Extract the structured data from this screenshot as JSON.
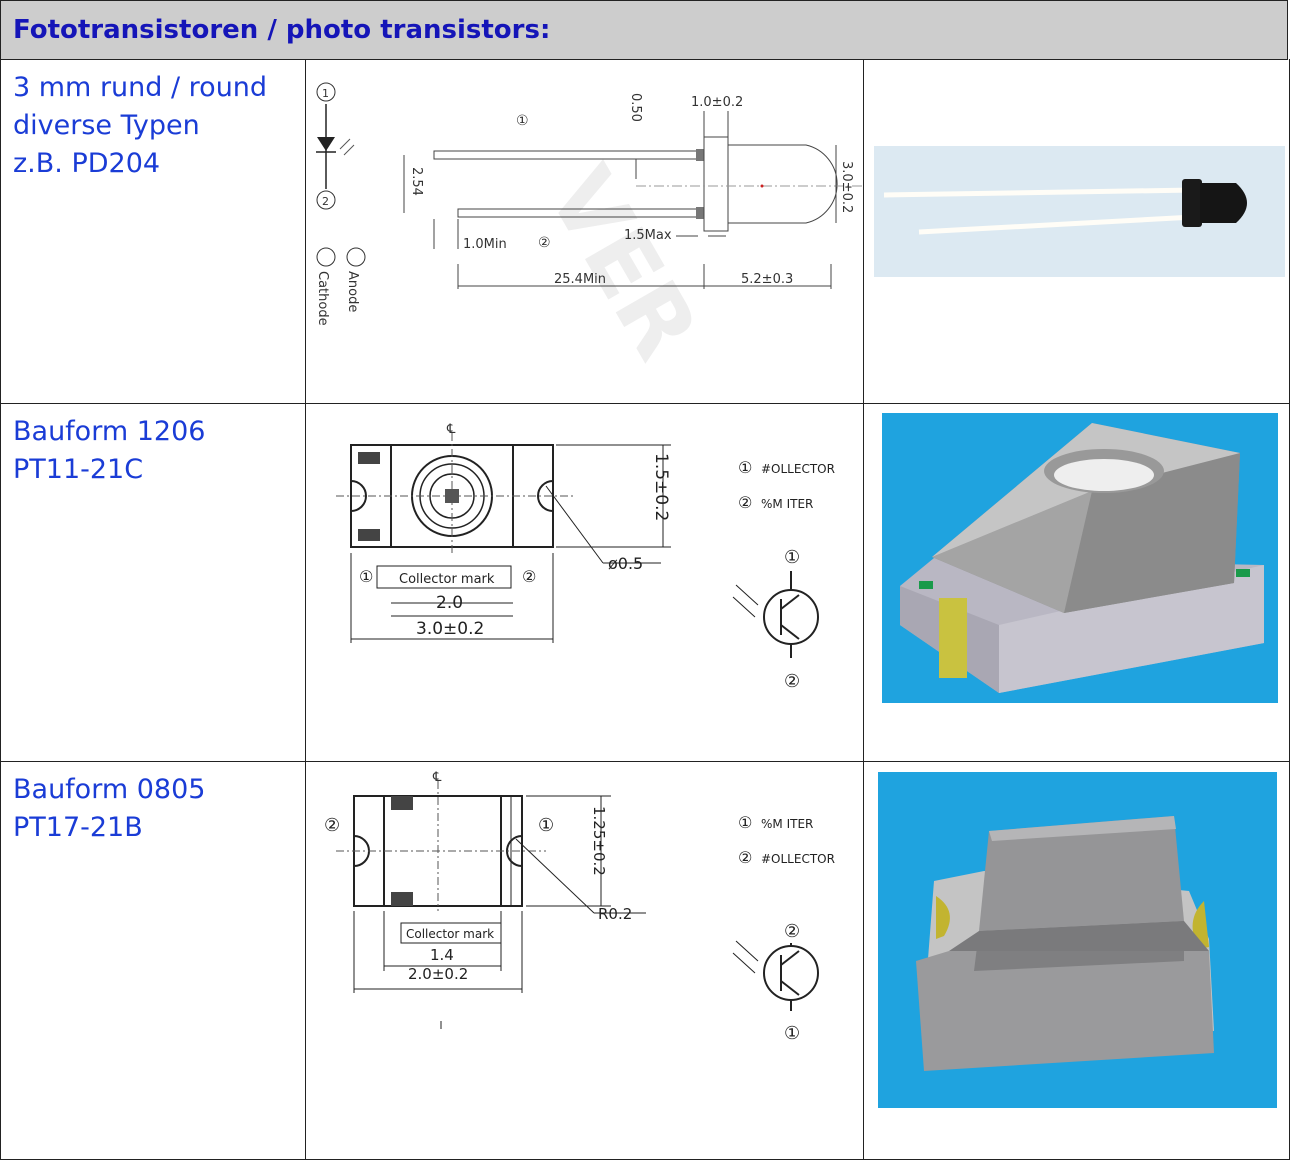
{
  "header": {
    "title": "Fototransistoren / photo transistors:"
  },
  "rows": [
    {
      "lines": [
        "3 mm  rund / round",
        "diverse Typen",
        "z.B. PD204"
      ],
      "drawing": {
        "anode": "Anode",
        "cathode": "Cathode",
        "dim_050": "0.50",
        "dim_10": "1.0±0.2",
        "dim_254": "2.54",
        "dim_30": "3.0±0.2",
        "dim_15max": "1.5Max",
        "dim_10min": "1.0Min",
        "dim_254min": "25.4Min",
        "dim_52": "5.2±0.3"
      }
    },
    {
      "lines": [
        "Bauform 1206",
        "PT11-21C"
      ],
      "drawing": {
        "collector_mark": "Collector  mark",
        "dim_20": "2.0",
        "dim_30": "3.0±0.2",
        "dim_15": "1.5±0.2",
        "dim_05": "ø0.5",
        "pin1": "#OLLECTOR",
        "pin2": "%M ITER"
      }
    },
    {
      "lines": [
        "Bauform 0805",
        "PT17-21B"
      ],
      "drawing": {
        "collector_mark": "Collector  mark",
        "dim_14": "1.4",
        "dim_20": "2.0±0.2",
        "dim_125": "1.25±0.2",
        "dim_r02": "R0.2",
        "pin1": "%M ITER",
        "pin2": "#OLLECTOR"
      }
    }
  ]
}
